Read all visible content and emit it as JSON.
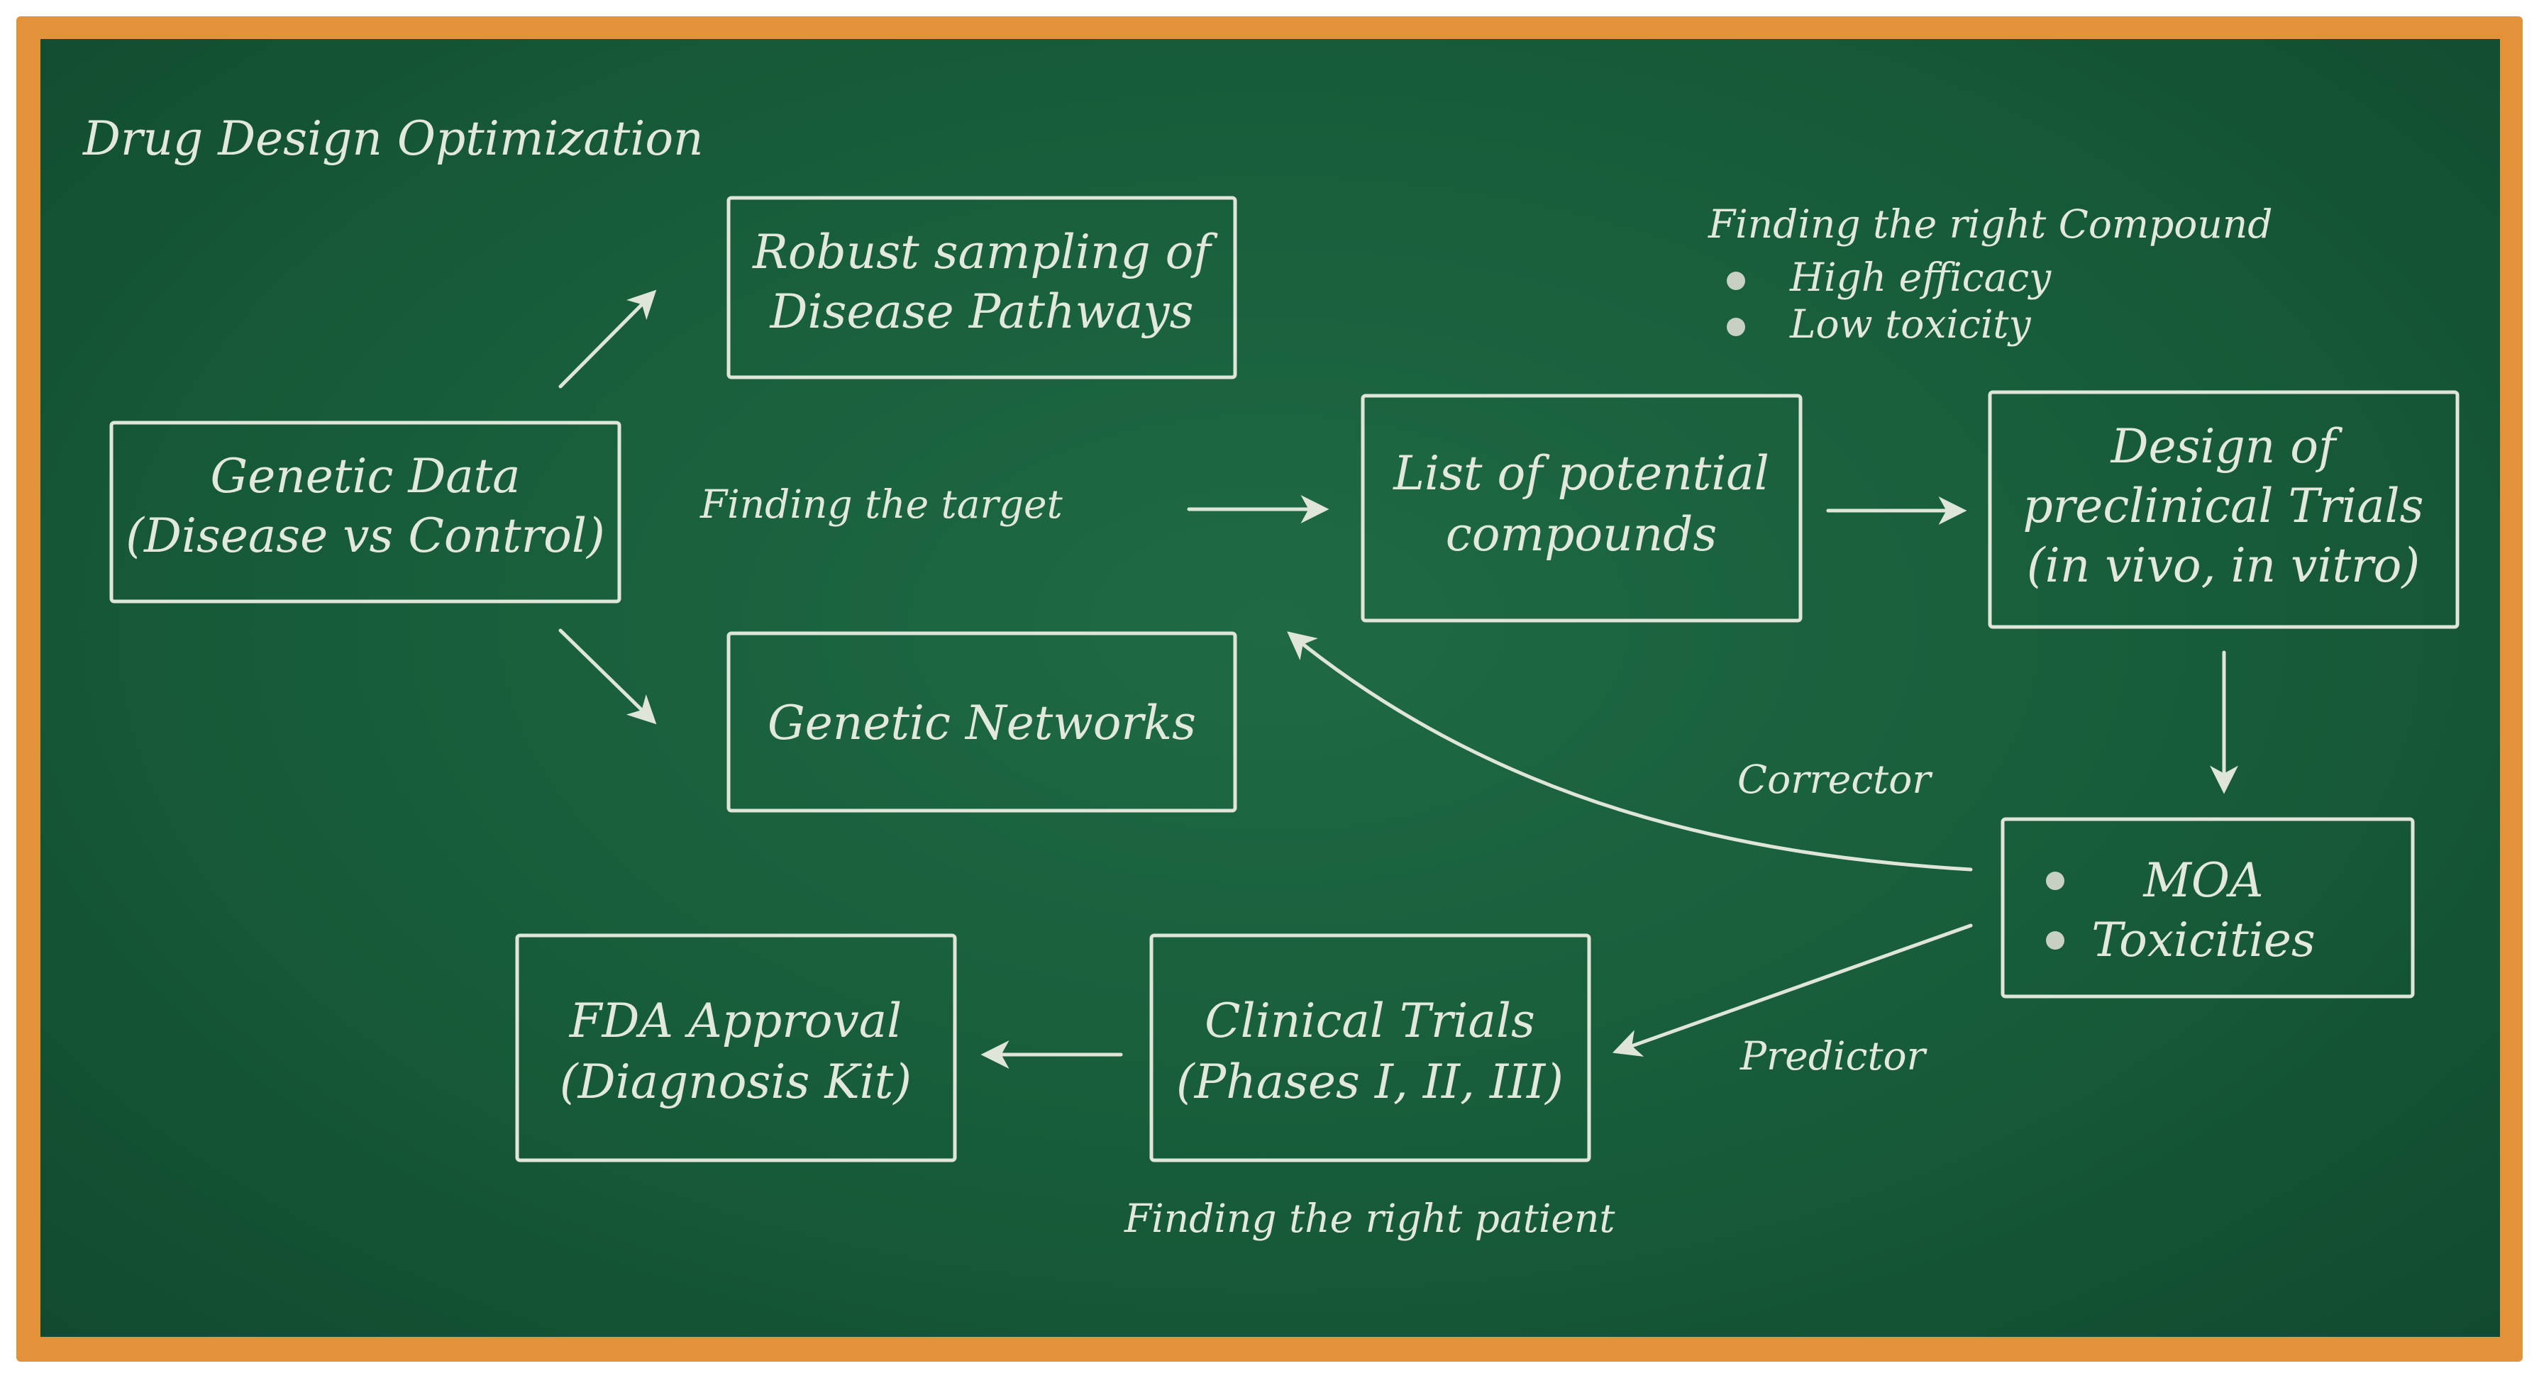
{
  "diagram": {
    "title": "Drug Design Optimization",
    "nodes": {
      "genetic_data": {
        "line1": "Genetic Data",
        "line2": "(Disease vs Control)"
      },
      "robust_sampling": {
        "line1": "Robust sampling of",
        "line2": "Disease Pathways"
      },
      "genetic_networks": {
        "line1": "Genetic Networks"
      },
      "compounds": {
        "line1": "List of potential",
        "line2": "compounds"
      },
      "preclinical": {
        "line1": "Design of",
        "line2": "preclinical Trials",
        "line3": "(in vivo, in vitro)"
      },
      "moa": {
        "item1": "MOA",
        "item2": "Toxicities"
      },
      "clinical": {
        "line1": "Clinical Trials",
        "line2": "(Phases I, II, III)"
      },
      "fda": {
        "line1": "FDA Approval",
        "line2": "(Diagnosis Kit)"
      }
    },
    "labels": {
      "finding_target": "Finding the target",
      "finding_compound": "Finding the right Compound",
      "high_efficacy": "High efficacy",
      "low_toxicity": "Low toxicity",
      "corrector": "Corrector",
      "predictor": "Predictor",
      "finding_patient": "Finding the right patient"
    },
    "colors": {
      "frame": "#e3923a",
      "board": "#175c3a",
      "chalk": "#dfe6d9"
    }
  }
}
